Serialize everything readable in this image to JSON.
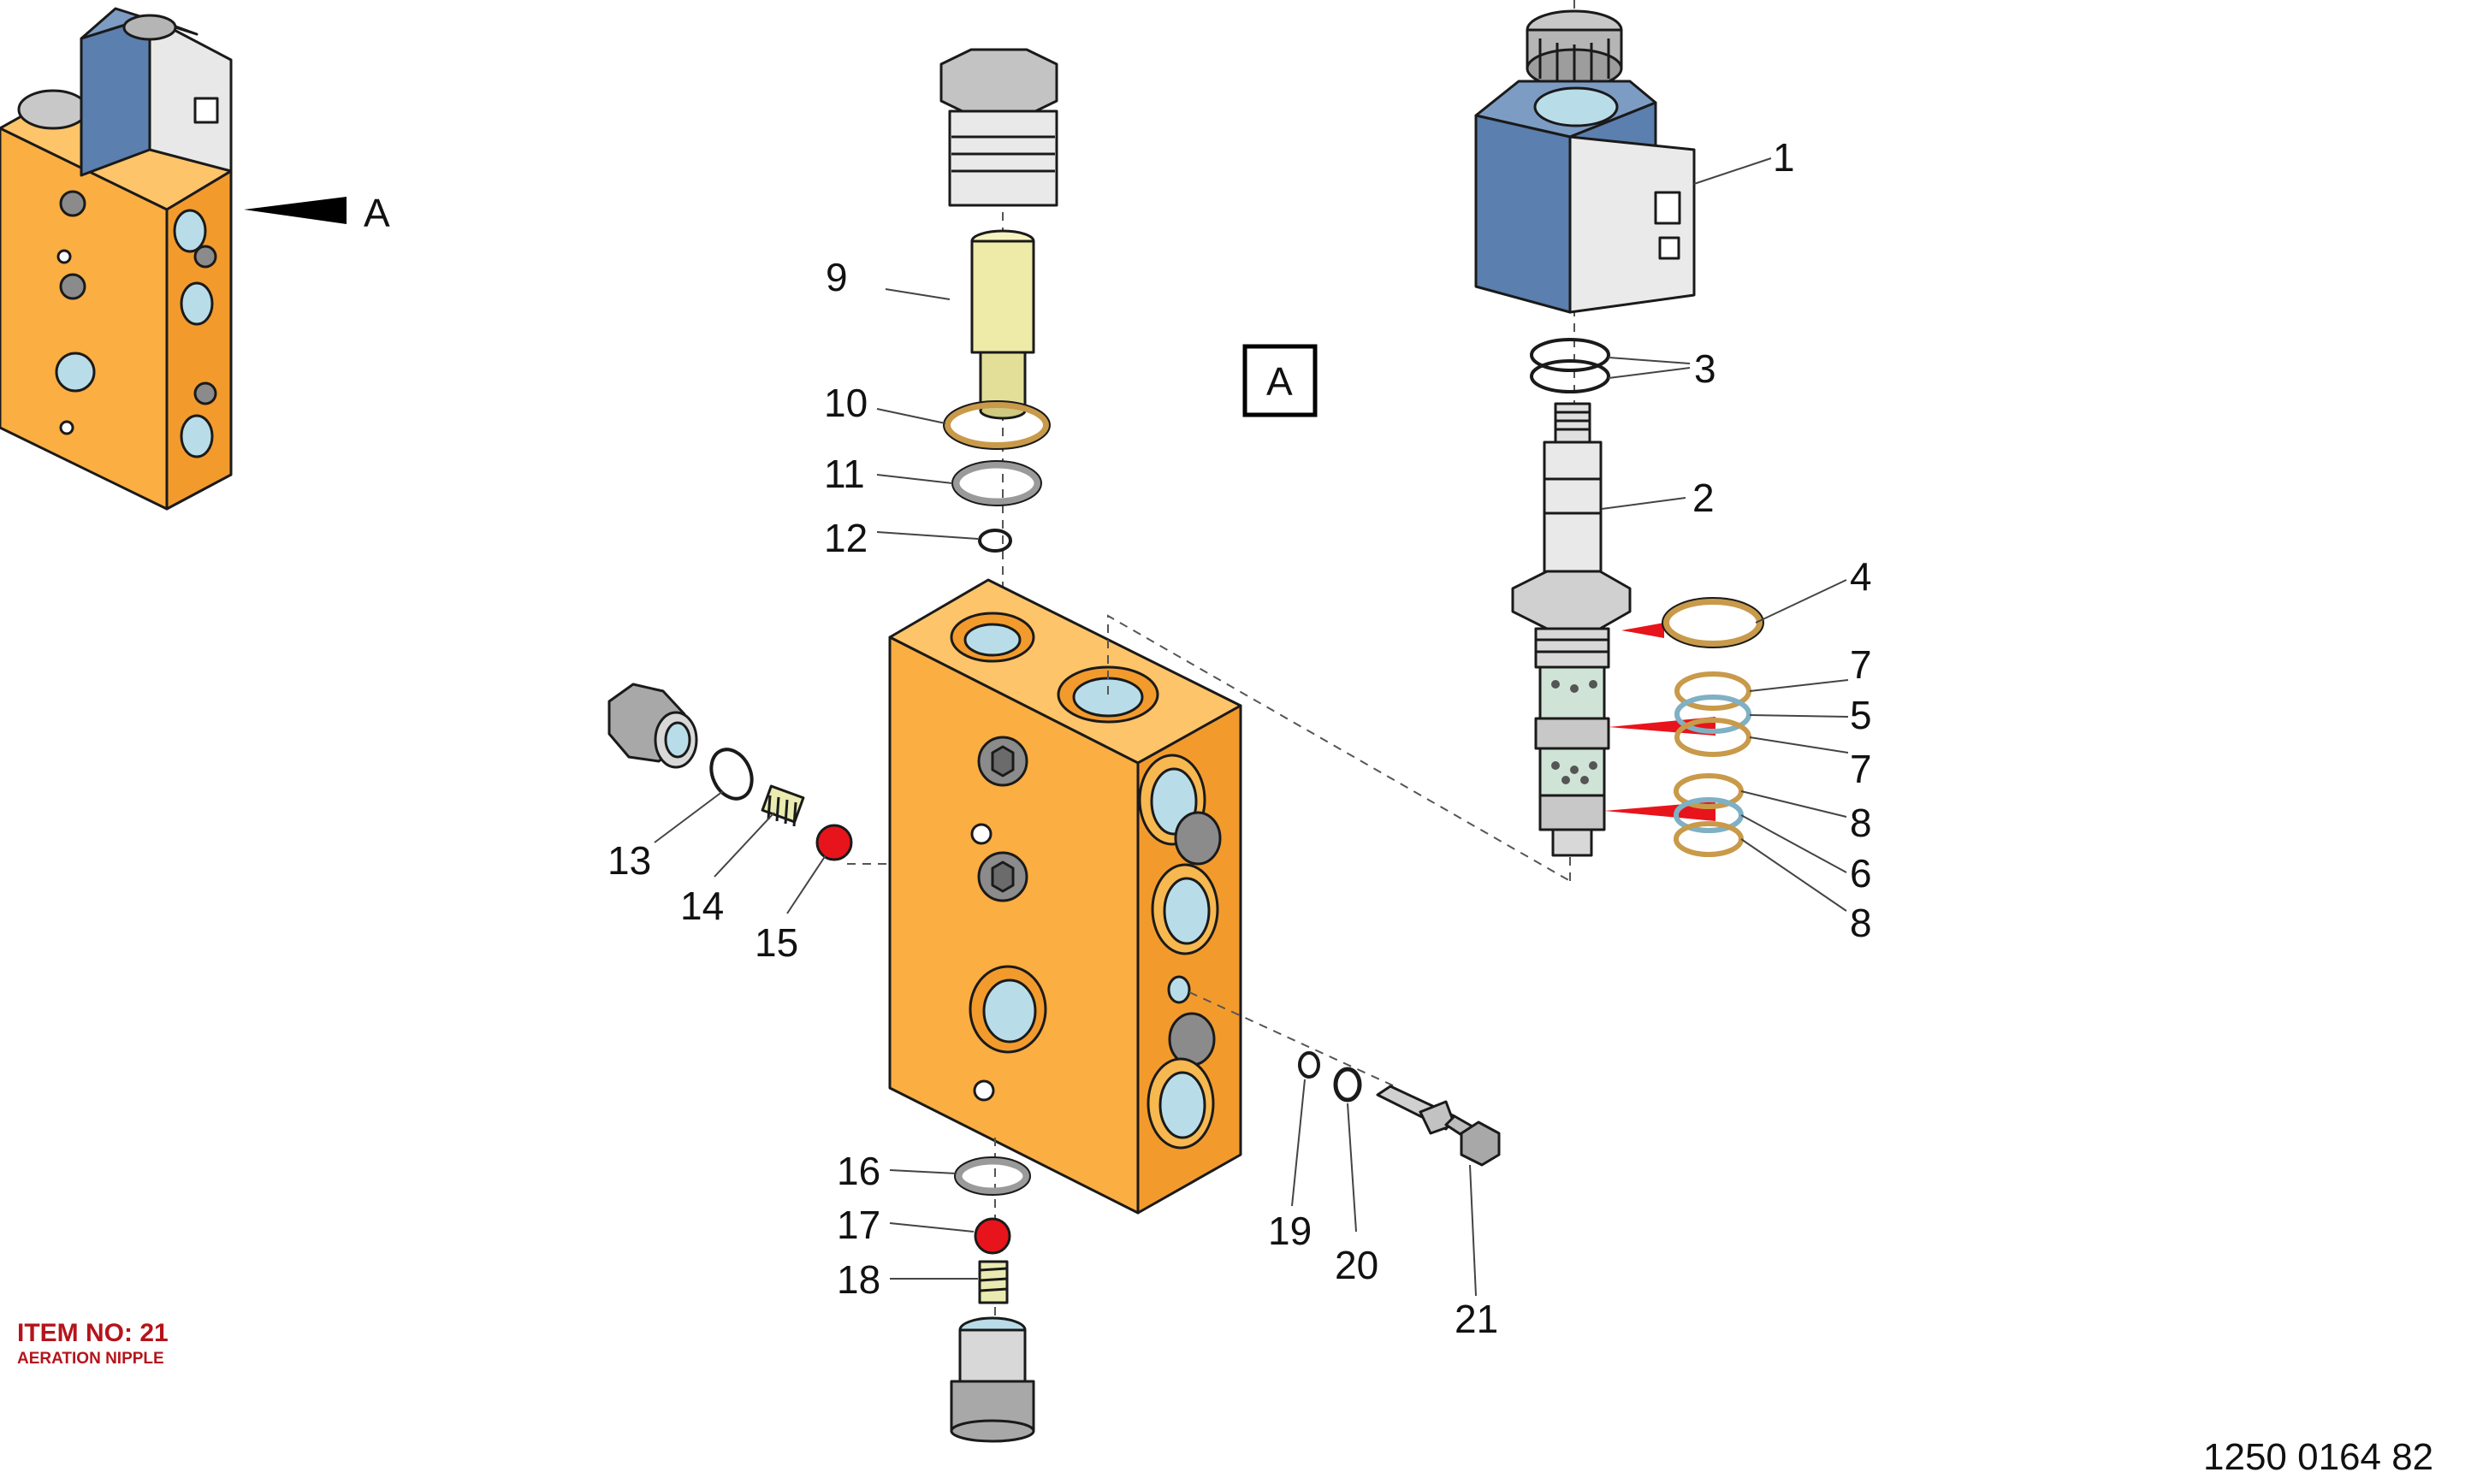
{
  "view_label": "A",
  "inset_label": "A",
  "callouts": [
    "1",
    "2",
    "3",
    "4",
    "5",
    "6",
    "7",
    "7",
    "8",
    "8",
    "9",
    "10",
    "11",
    "12",
    "13",
    "14",
    "15",
    "16",
    "17",
    "18",
    "19",
    "20",
    "21"
  ],
  "item_note": {
    "title": "ITEM NO: 21",
    "subtitle": "AERATION NIPPLE"
  },
  "document_number": "1250 0164 82",
  "colors": {
    "valve_block": "#fbae42",
    "solenoid_coil": "#5b7fae",
    "check_ball": "#e8141b",
    "o_ring_brass": "#c89a4a",
    "steel": "#c8c8c8"
  }
}
